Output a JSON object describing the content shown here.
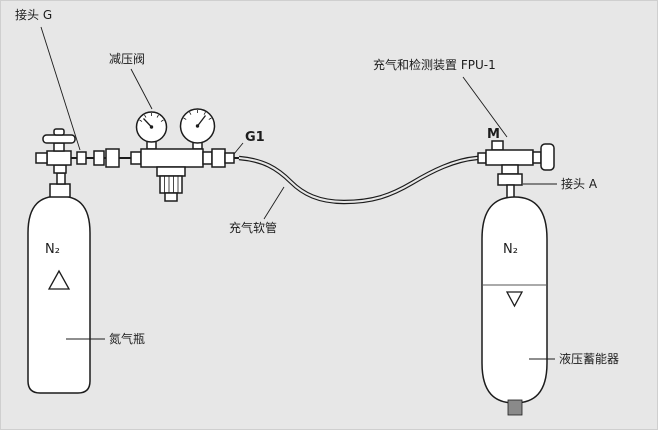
{
  "colors": {
    "background": "#e7e7e7",
    "line": "#1c1c1c",
    "fill": "#ffffff",
    "port": "#8a8a8a"
  },
  "labels": {
    "connector_g": "接头 G",
    "regulator": "减压阀",
    "charging_device": "充气和检测装置 FPU-1",
    "g1": "G1",
    "m": "M",
    "connector_a": "接头 A",
    "hose": "充气软管",
    "nitrogen_bottle": "氮气瓶",
    "accumulator": "液压蓄能器",
    "bottle_gas": "N₂",
    "accumulator_gas": "N₂"
  }
}
